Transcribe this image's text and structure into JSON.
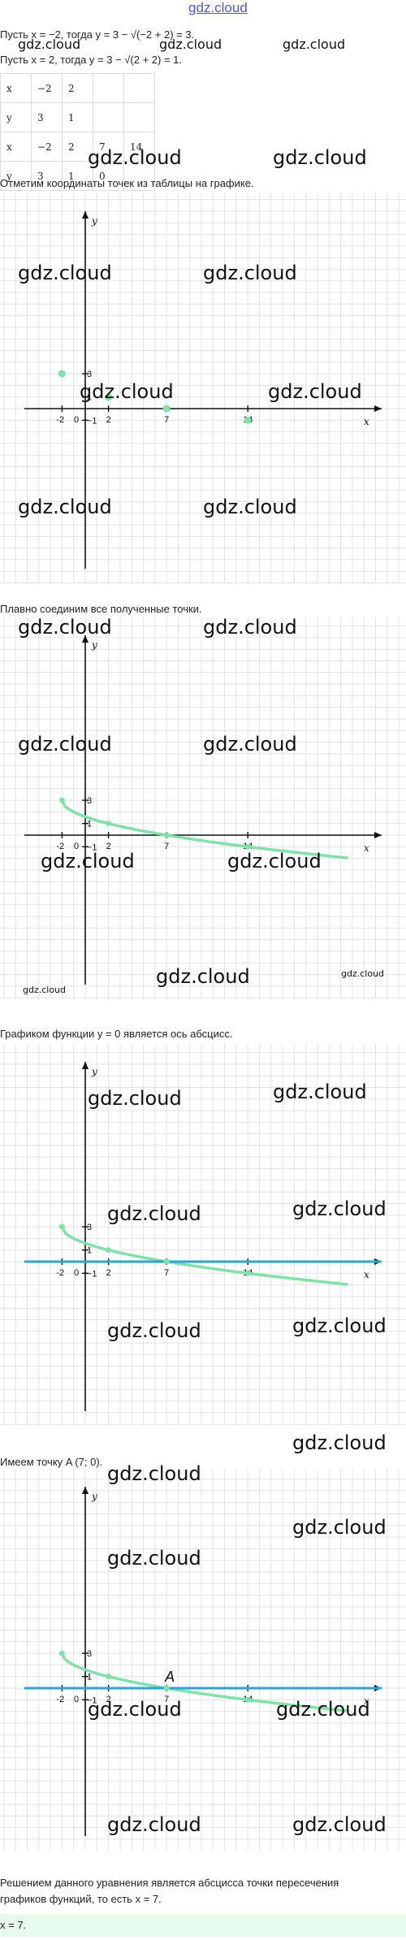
{
  "site_logo": "gdz.cloud",
  "watermark": "gdz.cloud",
  "lines": {
    "l1": "Пусть x = −2, тогда y = 3 − √(−2 + 2) = 3.",
    "l2": "Пусть x = 2, тогда y = 3 − √(2 + 2) = 1."
  },
  "table": {
    "rows": [
      [
        "x",
        "−2",
        "2",
        "",
        ""
      ],
      [
        "y",
        "3",
        "1",
        "",
        ""
      ],
      [
        "x",
        "−2",
        "2",
        "7",
        "14"
      ],
      [
        "y",
        "3",
        "1",
        "0",
        ""
      ]
    ]
  },
  "captions": {
    "c1": "Отметим координаты точек из таблицы на графике.",
    "c2": "Плавно соединим все полученные точки.",
    "c3": "Графиком функции y = 0 является ось абсцисс.",
    "c4": "Имеем точку A (7; 0).",
    "c5a": "Решением данного уравнения является абсцисса точки пересечения",
    "c5b": "графиков функций, то есть x = 7.",
    "answer": "x = 7."
  },
  "axis_labels": {
    "x": "x",
    "y": "y"
  },
  "tick_labels": {
    "x_neg2": "-2",
    "zero": "0",
    "x_2": "2",
    "x_7": "7",
    "x_14": "14",
    "y_3": "3",
    "y_1": "1",
    "y_neg1": "−1"
  },
  "point_label": "A",
  "colors": {
    "curve": "#7de3a8",
    "x_line": "#2aa6d6",
    "grid": "#e2e2e2",
    "axis": "#111111",
    "answer_bg": "#e8fbef",
    "logo": "#4a57d6"
  },
  "chart_data": [
    {
      "type": "scatter",
      "title": "",
      "points": [
        {
          "x": -2,
          "y": 3
        },
        {
          "x": 2,
          "y": 1
        },
        {
          "x": 7,
          "y": 0
        },
        {
          "x": 14,
          "y": -1
        }
      ]
    },
    {
      "type": "line",
      "title": "",
      "series": [
        {
          "name": "",
          "x": [
            -2,
            2,
            7,
            14
          ],
          "y": [
            3,
            1,
            0,
            -1
          ]
        }
      ]
    },
    {
      "type": "line",
      "title": "",
      "series": [
        {
          "name": "",
          "x": [
            -2,
            2,
            7,
            14
          ],
          "y": [
            3,
            1,
            0,
            -1
          ]
        },
        {
          "name": "",
          "x": [
            -3,
            23
          ],
          "y": [
            0,
            0
          ]
        }
      ]
    },
    {
      "type": "line",
      "title": "",
      "series": [
        {
          "name": "",
          "x": [
            -2,
            2,
            7,
            14
          ],
          "y": [
            3,
            1,
            0,
            -1
          ]
        },
        {
          "name": "",
          "x": [
            -3,
            23
          ],
          "y": [
            0,
            0
          ]
        }
      ],
      "annotations": [
        {
          "label": "A",
          "x": 7,
          "y": 0
        }
      ]
    }
  ]
}
